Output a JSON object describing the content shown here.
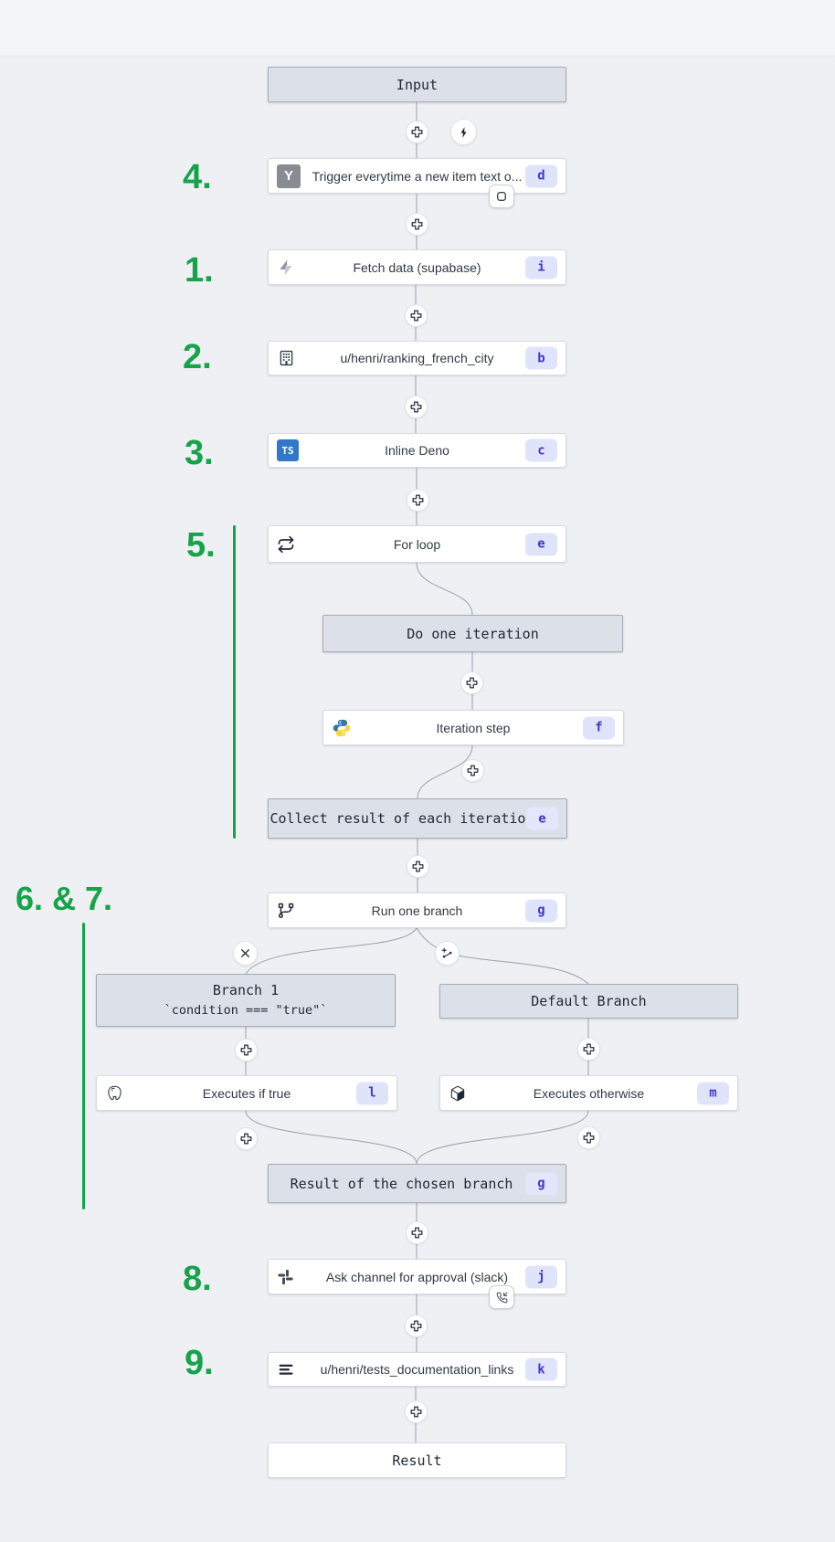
{
  "colors": {
    "background": "#eef0f3",
    "node_background": "#ffffff",
    "node_border": "#d6d9df",
    "virtual_node_background": "#dce1e9",
    "virtual_node_border": "#a6adb9",
    "edge_line": "#9aa1ac",
    "badge_background": "#e0e4fb",
    "badge_text": "#4338ca",
    "annotation_green": "#16a34a",
    "typescript_blue": "#3178c6",
    "python_blue": "#3776ab",
    "python_yellow": "#ffd43b"
  },
  "annotations": {
    "s4": "4.",
    "s1": "1.",
    "s2": "2.",
    "s3": "3.",
    "s5": "5.",
    "s67": "6. & 7.",
    "s8": "8.",
    "s9": "9."
  },
  "virtual_nodes": {
    "input": "Input",
    "do_one_iteration": "Do one iteration",
    "collect": {
      "label": "Collect result of each iteration",
      "badge": "e"
    },
    "branch1": {
      "title": "Branch 1",
      "condition": "`condition === \"true\"`"
    },
    "default_branch": "Default Branch",
    "result_chosen": {
      "label": "Result of the chosen branch",
      "badge": "g"
    },
    "result": "Result"
  },
  "steps": {
    "trigger": {
      "label": "Trigger everytime a new item text o...",
      "badge": "d",
      "icon": "hackernews-icon",
      "icon_text": "Y"
    },
    "fetch": {
      "label": "Fetch data (supabase)",
      "badge": "i",
      "icon": "supabase-icon"
    },
    "ranking": {
      "label": "u/henri/ranking_french_city",
      "badge": "b",
      "icon": "building-icon"
    },
    "inline_deno": {
      "label": "Inline Deno",
      "badge": "c",
      "icon": "typescript-icon",
      "icon_text": "TS"
    },
    "for_loop": {
      "label": "For loop",
      "badge": "e",
      "icon": "loop-icon"
    },
    "iteration_step": {
      "label": "Iteration step",
      "badge": "f",
      "icon": "python-icon"
    },
    "run_one_branch": {
      "label": "Run one branch",
      "badge": "g",
      "icon": "branch-icon"
    },
    "executes_if_true": {
      "label": "Executes if true",
      "badge": "l",
      "icon": "postgresql-icon"
    },
    "executes_otherwise": {
      "label": "Executes otherwise",
      "badge": "m",
      "icon": "cube-icon"
    },
    "ask_channel": {
      "label": "Ask channel for approval (slack)",
      "badge": "j",
      "icon": "slack-icon"
    },
    "tests_doc": {
      "label": "u/henri/tests_documentation_links",
      "badge": "k",
      "icon": "menu-icon"
    }
  },
  "ui_icons": {
    "add_step": "plus-icon",
    "trigger_toggle": "lightning-icon",
    "remove_branch": "x-icon",
    "add_branch": "branch-add-icon",
    "early_stop": "square-icon",
    "suspend_approval": "phone-incoming-icon"
  }
}
